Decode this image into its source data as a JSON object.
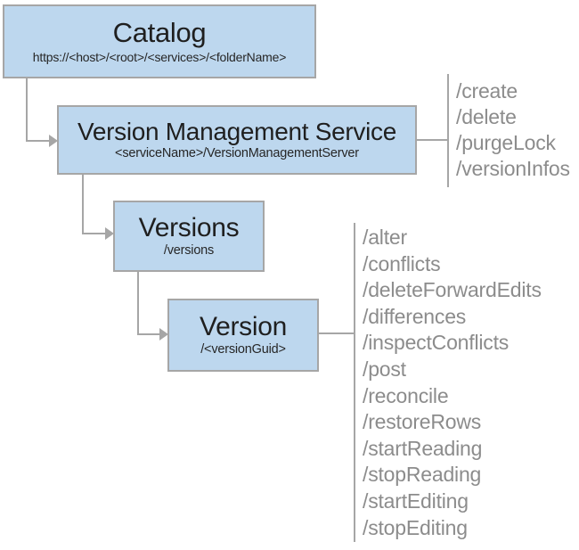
{
  "nodes": {
    "catalog": {
      "title": "Catalog",
      "subtitle": "https://<host>/<root>/<services>/<folderName>"
    },
    "vms": {
      "title": "Version Management Service",
      "subtitle": "<serviceName>/VersionManagementServer",
      "operations": [
        "/create",
        "/delete",
        "/purgeLock",
        "/versionInfos"
      ]
    },
    "versions": {
      "title": "Versions",
      "subtitle": "/versions"
    },
    "version": {
      "title": "Version",
      "subtitle": "/<versionGuid>",
      "operations": [
        "/alter",
        "/conflicts",
        "/deleteForwardEdits",
        "/differences",
        "/inspectConflicts",
        "/post",
        "/reconcile",
        "/restoreRows",
        "/startReading",
        "/stopReading",
        "/startEditing",
        "/stopEditing"
      ]
    }
  },
  "colors": {
    "box_fill": "#BDD7EE",
    "box_border": "#A6A6A6",
    "connector": "#A6A6A6",
    "title_text": "#1F1F1F",
    "subtitle_text": "#262626",
    "operation_text": "#8C8C8C"
  }
}
